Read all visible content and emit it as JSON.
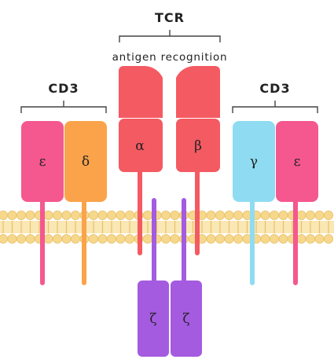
{
  "labels": {
    "tcr": "TCR",
    "antigen_recognition": "antigen recognition",
    "cd3_left": "CD3",
    "cd3_right": "CD3"
  },
  "chains": {
    "cd3_left_epsilon": "ε",
    "cd3_left_delta": "δ",
    "tcr_alpha": "α",
    "tcr_beta": "β",
    "cd3_right_gamma": "γ",
    "cd3_right_epsilon": "ε",
    "zeta_left": "ζ",
    "zeta_right": "ζ"
  },
  "colors": {
    "epsilon": "#f4588f",
    "delta": "#fba34b",
    "tcr": "#f45a62",
    "gamma": "#8fdcf2",
    "zeta": "#a45be0",
    "membrane": "#f6d88c",
    "membrane_lines": "#e9c06a",
    "bracket": "#444444"
  }
}
